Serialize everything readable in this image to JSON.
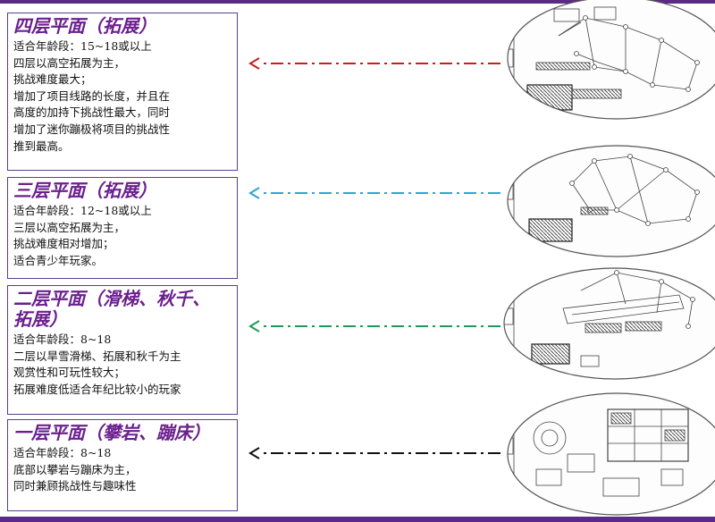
{
  "colors": {
    "accent_purple": "#5b2a86",
    "title_purple": "#6b1f8e",
    "line_floor4": "#c81e1e",
    "line_floor3": "#2aa6d6",
    "line_floor2": "#1f9a55",
    "line_floor1": "#111111"
  },
  "floors": [
    {
      "title": "四层平面（拓展）",
      "lines": [
        "适合年龄段：15~18或以上",
        "四层以高空拓展为主，",
        "挑战难度最大；",
        "增加了项目线路的长度，并且在",
        "高度的加持下挑战性最大，同时",
        "增加了迷你蹦极将项目的挑战性",
        "推到最高。"
      ]
    },
    {
      "title": "三层平面（拓展）",
      "lines": [
        "适合年龄段：12~18或以上",
        "三层以高空拓展为主，",
        "挑战难度相对增加；",
        "适合青少年玩家。"
      ]
    },
    {
      "title": "二层平面（滑梯、秋千、",
      "title2": "拓展）",
      "lines": [
        "适合年龄段：8~18",
        "二层以旱雪滑梯、拓展和秋千为主",
        "观赏性和可玩性较大；",
        "拓展难度低适合年纪比较小的玩家"
      ]
    },
    {
      "title": "一层平面（攀岩、蹦床）",
      "lines": [
        "适合年龄段：8~18",
        "底部以攀岩与蹦床为主，",
        "同时兼顾挑战性与趣味性"
      ]
    }
  ]
}
